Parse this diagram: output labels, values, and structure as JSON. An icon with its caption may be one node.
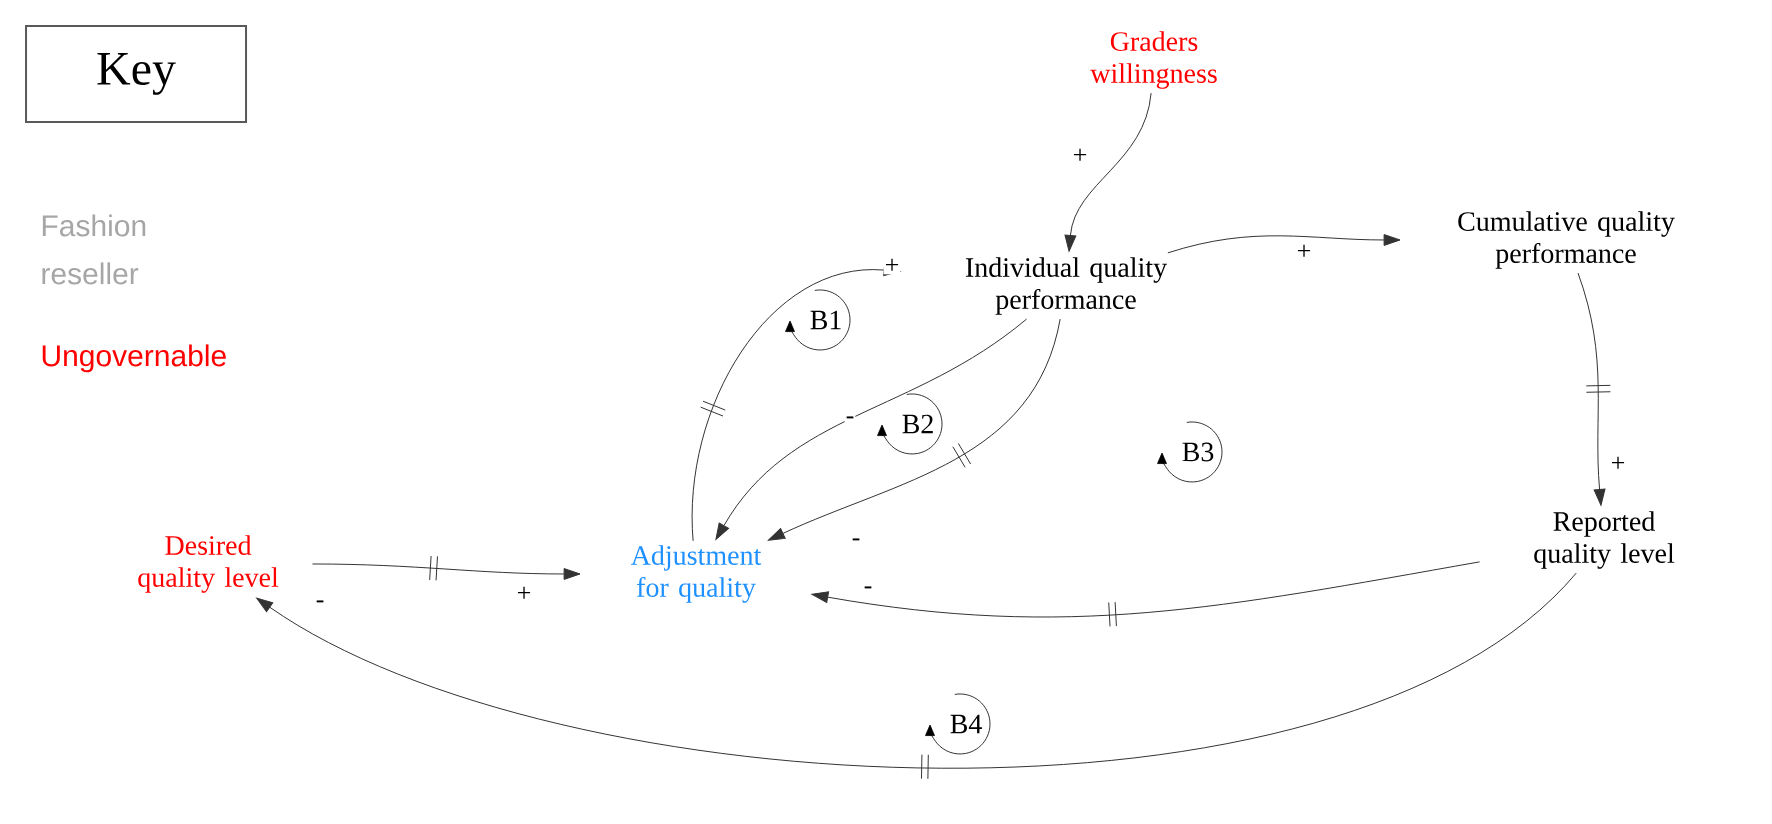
{
  "diagram": {
    "nodes": [
      {
        "text": [
          "Key"
        ]
      },
      {
        "text": [
          "Graders willingness"
        ]
      },
      {
        "text": [
          "Individual quality performance"
        ]
      },
      {
        "text": [
          "Cumulative quality performance"
        ]
      },
      {
        "text": [
          "Desired quality level"
        ]
      },
      {
        "text": [
          "Adjustment for quality"
        ]
      },
      {
        "text": [
          "Reported quality level"
        ]
      }
    ],
    "edges": [
      {
        "from": 1,
        "to": 2,
        "arrow": "to",
        "label": "+"
      },
      {
        "from": 2,
        "to": 3,
        "arrow": "to",
        "label": "+"
      },
      {
        "from": 3,
        "to": 6,
        "arrow": "to",
        "label": "+"
      },
      {
        "from": 5,
        "to": 2,
        "arrow": "to",
        "label": "+"
      },
      {
        "from": 2,
        "to": 5,
        "arrow": "to",
        "label": "-"
      },
      {
        "from": 2,
        "to": 5,
        "arrow": "to",
        "label": "-"
      },
      {
        "from": 6,
        "to": 5,
        "arrow": "to",
        "label": "-"
      },
      {
        "from": 4,
        "to": 5,
        "arrow": "to",
        "label": "+"
      },
      {
        "from": 6,
        "to": 4,
        "arrow": "to",
        "label": "-"
      }
    ],
    "labels": [
      "B1",
      "B2",
      "B3",
      "B4"
    ],
    "legend": [
      {
        "text": "Fashion reseller",
        "color": "#a6a6a6"
      },
      {
        "text": "Ungovernable",
        "color": "#ff0000"
      }
    ]
  }
}
